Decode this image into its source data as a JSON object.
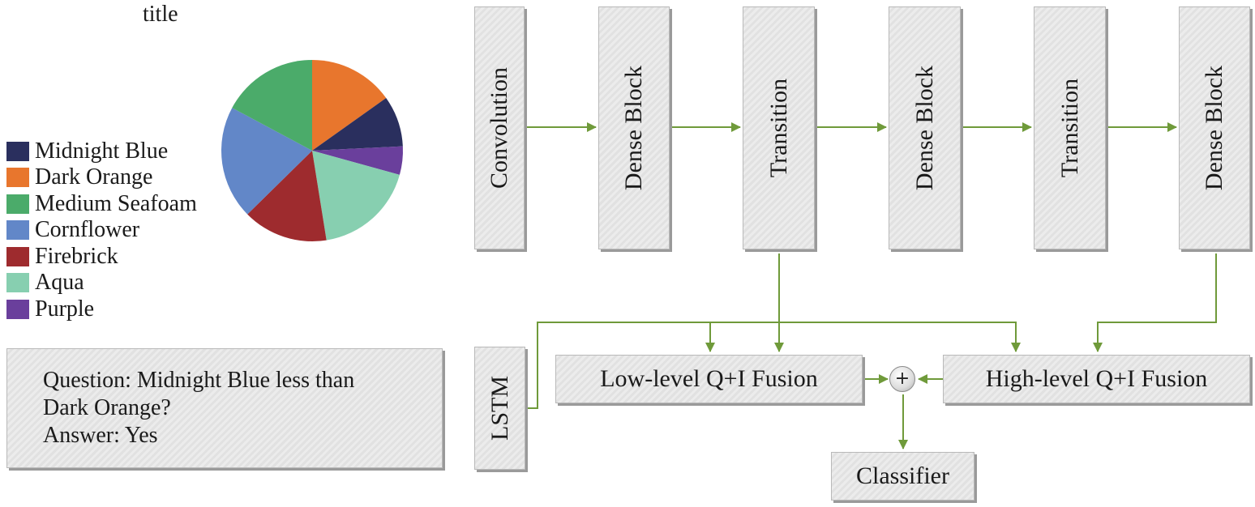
{
  "chart_data": {
    "type": "pie",
    "title": "title",
    "categories": [
      "Midnight Blue",
      "Dark Orange",
      "Medium Seafoam",
      "Cornflower",
      "Firebrick",
      "Aqua",
      "Purple"
    ],
    "values": [
      9,
      15,
      17,
      20,
      15,
      18,
      5
    ],
    "colors": [
      "#2a2f5e",
      "#e8762d",
      "#4bab6a",
      "#6287c8",
      "#9e2b2e",
      "#87cfb0",
      "#6a3f9c"
    ],
    "legend": "left"
  },
  "qa": {
    "question_line1": "Question: Midnight Blue less than",
    "question_line2": "Dark Orange?",
    "answer": "Answer: Yes"
  },
  "network": {
    "convolution": "Convolution",
    "dense_block_1": "Dense Block",
    "transition_1": "Transition",
    "dense_block_2": "Dense Block",
    "transition_2": "Transition",
    "dense_block_3": "Dense Block",
    "lstm": "LSTM",
    "low_fusion": "Low-level Q+I Fusion",
    "high_fusion": "High-level Q+I Fusion",
    "plus": "+",
    "classifier": "Classifier"
  },
  "colors": {
    "arrow": "#6f9a3a",
    "box_border": "#b9b9b9"
  }
}
